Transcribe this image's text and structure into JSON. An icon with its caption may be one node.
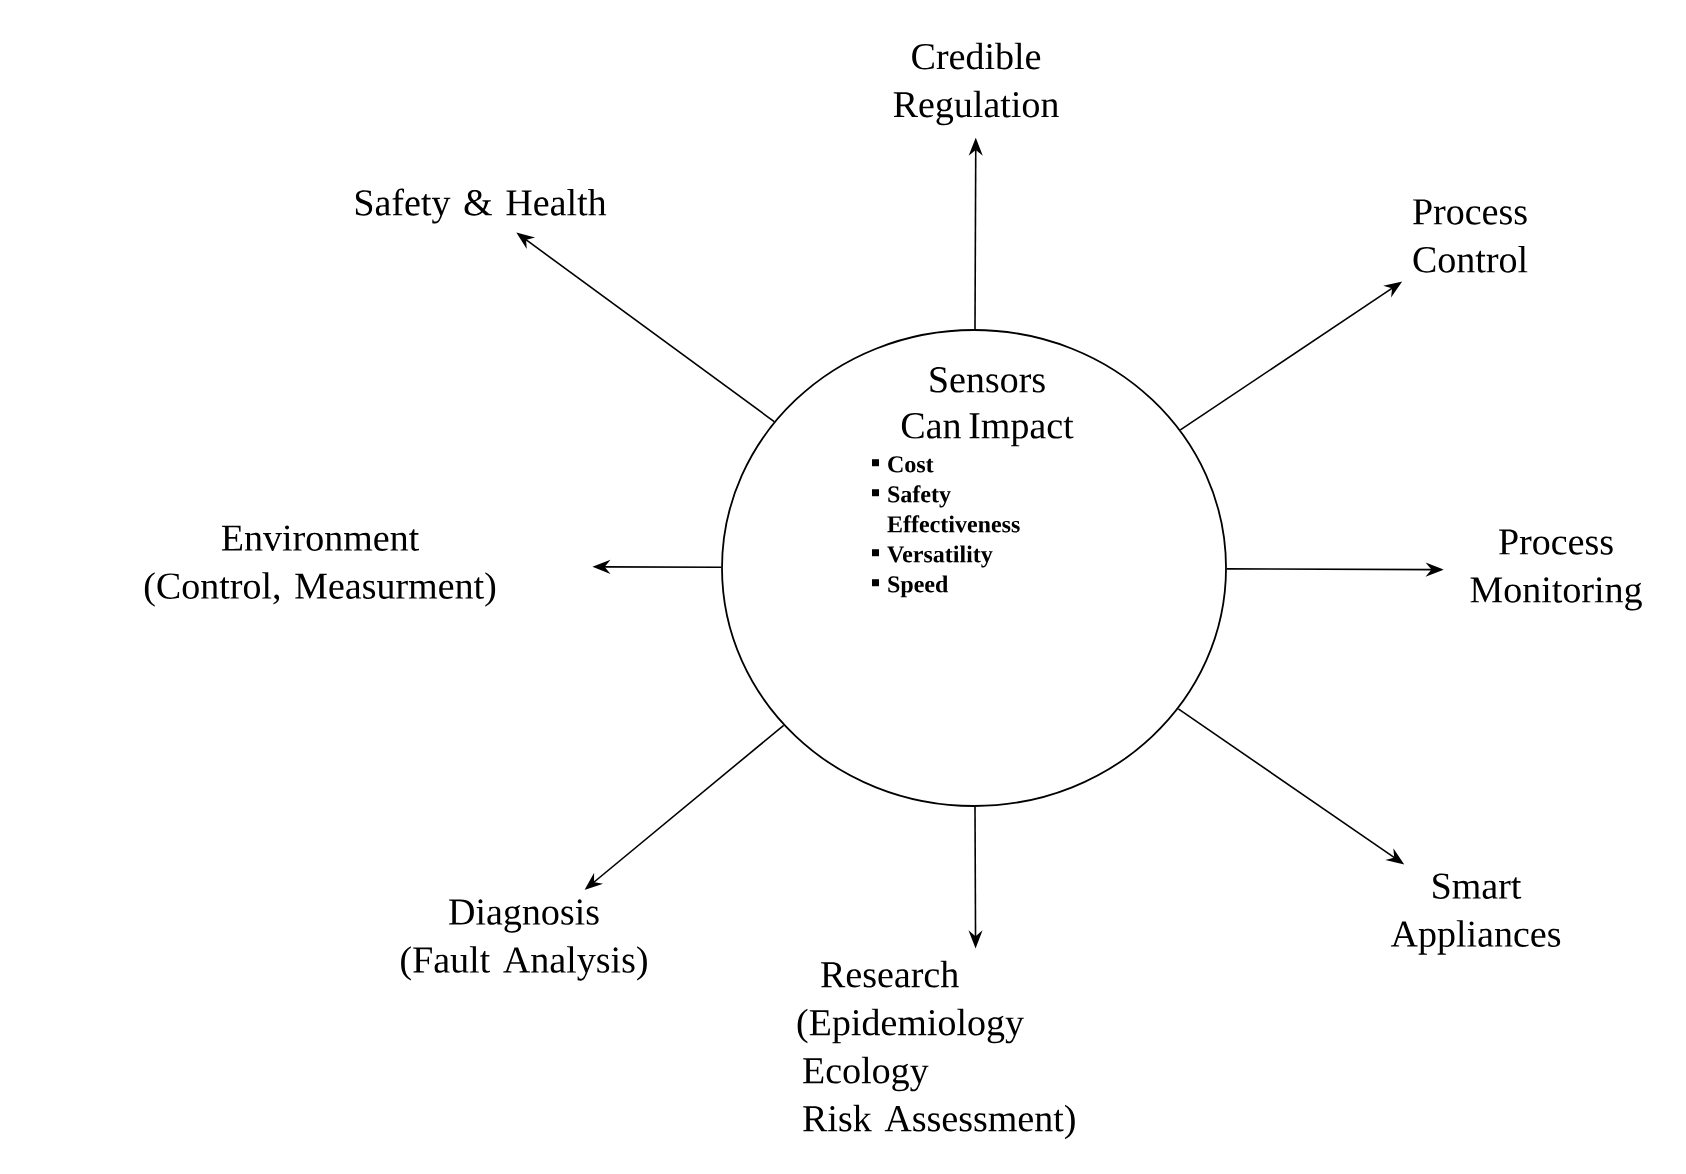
{
  "diagram": {
    "nodes": [
      {
        "text": [
          "Sensors Can Impact",
          "Cost",
          "Safety Effectiveness",
          "Versatility",
          "Speed"
        ]
      },
      {
        "text": [
          "Credible Regulation"
        ]
      },
      {
        "text": [
          "Process Control"
        ]
      },
      {
        "text": [
          "Process Monitoring"
        ]
      },
      {
        "text": [
          "Smart Appliances"
        ]
      },
      {
        "text": [
          "Research",
          "(Epidemiology",
          "Ecology",
          "Risk Assessment)"
        ]
      },
      {
        "text": [
          "Diagnosis",
          "(Fault Analysis)"
        ]
      },
      {
        "text": [
          "Environment",
          "(Control, Measurment)"
        ]
      },
      {
        "text": [
          "Safety & Health"
        ]
      }
    ],
    "edges": [
      {
        "from": 0,
        "to": 1,
        "arrow": "to"
      },
      {
        "from": 0,
        "to": 2,
        "arrow": "to"
      },
      {
        "from": 0,
        "to": 3,
        "arrow": "to"
      },
      {
        "from": 0,
        "to": 4,
        "arrow": "to"
      },
      {
        "from": 0,
        "to": 5,
        "arrow": "to"
      },
      {
        "from": 0,
        "to": 6,
        "arrow": "to"
      },
      {
        "from": 0,
        "to": 7,
        "arrow": "to"
      },
      {
        "from": 0,
        "to": 8,
        "arrow": "to"
      }
    ]
  }
}
